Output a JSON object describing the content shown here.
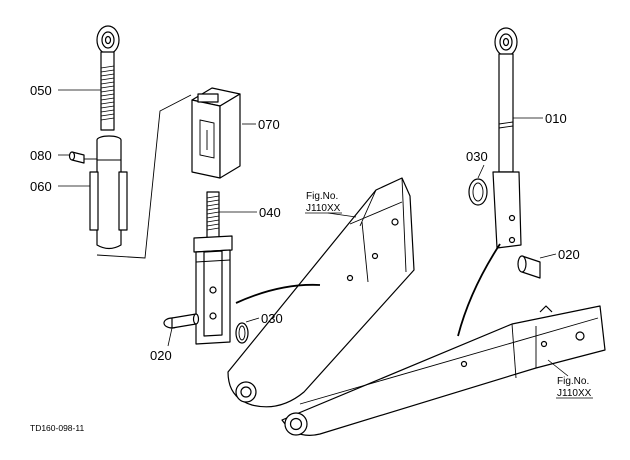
{
  "callouts": {
    "p050": "050",
    "p080": "080",
    "p060": "060",
    "p070": "070",
    "p040": "040",
    "p010": "010",
    "p030_right": "030",
    "p020_right": "020",
    "p030_left": "030",
    "p020_left": "020"
  },
  "fig_refs": {
    "left": {
      "title": "Fig.No.",
      "number": "J110XX"
    },
    "right": {
      "title": "Fig.No.",
      "number": "J110XX"
    }
  },
  "drawing_code": "TD160-098-11"
}
